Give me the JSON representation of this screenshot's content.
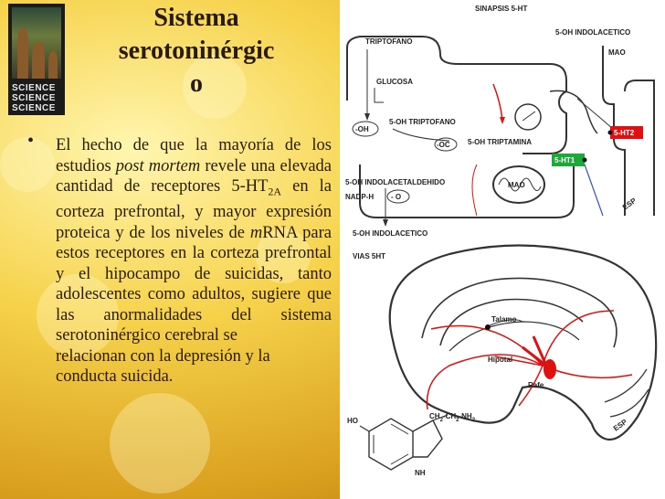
{
  "title": {
    "line1": "Sistema",
    "line2": "serotoninérgic",
    "line3": "o"
  },
  "logo": {
    "words": [
      "SCIENCE",
      "SCIENCE",
      "SCIENCE"
    ]
  },
  "body": {
    "bullet": "•",
    "p1": "El hecho de que  la mayoría de los estudios ",
    "em1": "post mortem",
    "p2": " revele una elevada cantidad de receptores 5-HT",
    "sub": "2A",
    "p3": " en la corteza prefrontal, y mayor expresión proteica y de los niveles de ",
    "em2": "m",
    "p4": "RNA para estos receptores en la corteza prefrontal y el hipocampo de suicidas, tanto adolescentes como adultos, sugiere que las anormalidades del sistema serotoninérgico cerebral se",
    "p5": "relacionan con la depresión y la conducta suicida."
  },
  "figure": {
    "synapse_title": "SINAPSIS 5-HT",
    "indolacetic_top": "5-OH INDOLACETICO",
    "mao_top": "MAO",
    "triptofano": "TRIPTOFANO",
    "glucosa": "GLUCOSA",
    "oh": "-OH",
    "oh_triptofano": "5-OH TRIPTOFANO",
    "oc": "-OC",
    "oh_triptamina": "5-OH TRIPTAMINA",
    "ht2": "5-HT2",
    "ht1": "5-HT1",
    "indolacetaldehido": "5-OH INDOLACETALDEHIDO",
    "mao_mito": "MAO",
    "nadph": "NADP-H",
    "minus_o": "- O",
    "indolacetico_bottom": "5-OH INDOLACETICO",
    "vias": "VIAS 5HT",
    "esp1": "ESP",
    "talamo": "Talamo",
    "hipotal": "Hipotal",
    "rafe": "Rafe",
    "esp2": "ESP",
    "ho": "HO",
    "ch_chain": "CH",
    "ch_sub1": "2",
    "ch_mid": "-CH",
    "ch_sub2": "2",
    "ch_end": "-NH",
    "ch_sub3": "2",
    "nh": "NH",
    "colors": {
      "red": "#e01010",
      "green": "#1ea83a",
      "blue": "#3a52c8"
    }
  }
}
